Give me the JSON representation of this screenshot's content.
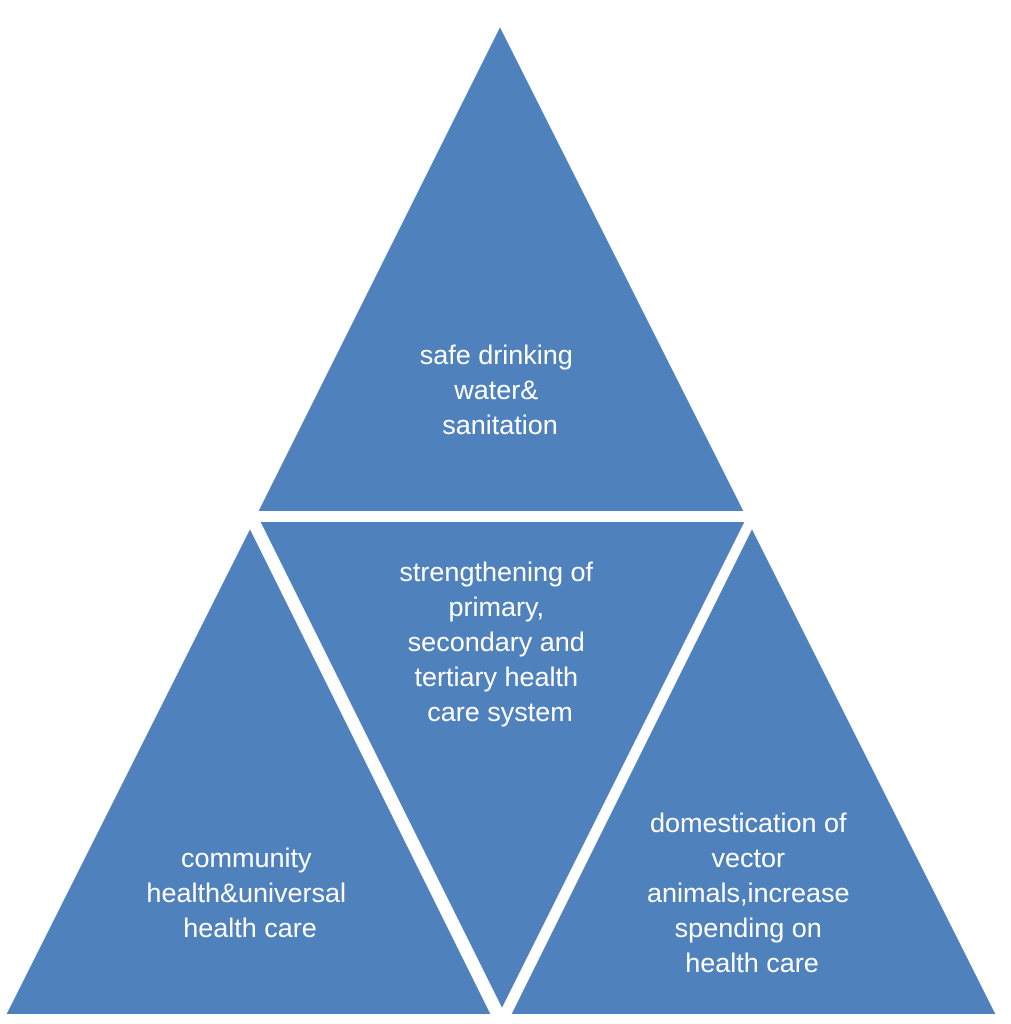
{
  "colors": {
    "fill": "#4f81bd",
    "text": "#ffffff",
    "background": "#ffffff"
  },
  "segments": {
    "top": {
      "lines": [
        "safe drinking",
        "water&",
        "sanitation"
      ]
    },
    "center": {
      "lines": [
        "strengthening of",
        "primary,",
        "secondary and",
        "tertiary health",
        "care system"
      ]
    },
    "left": {
      "lines": [
        "community",
        "health&universal",
        "health care"
      ]
    },
    "right": {
      "lines": [
        "domestication of",
        "vector",
        "animals,increase",
        "spending on",
        "health care"
      ]
    }
  }
}
